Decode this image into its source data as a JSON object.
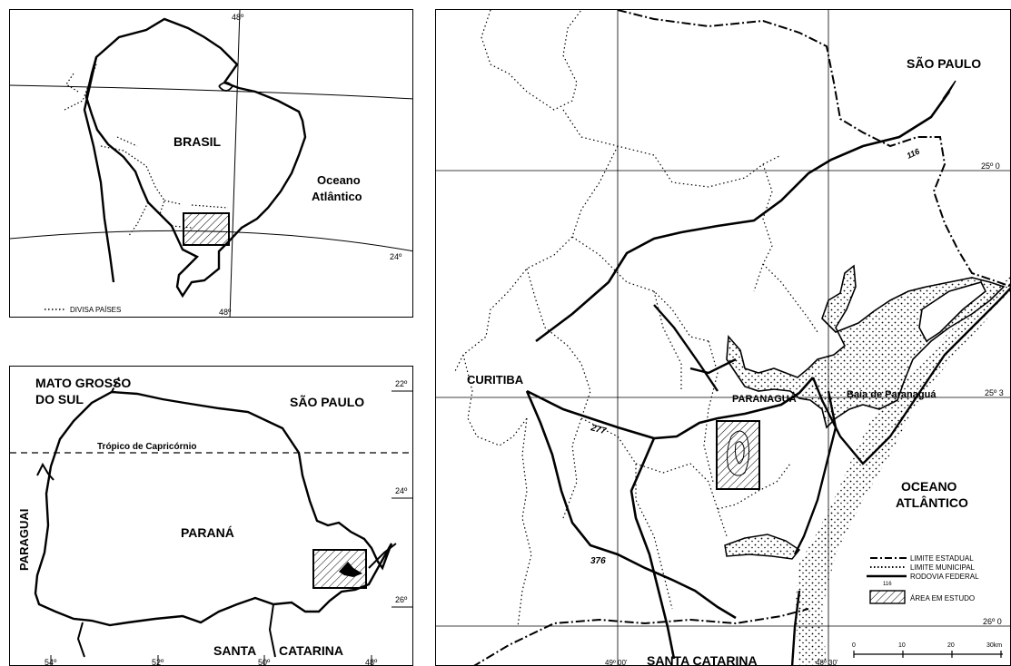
{
  "south_america_map": {
    "labels": {
      "country": "BRASIL",
      "ocean": [
        "Oceano",
        "Atlântico"
      ],
      "meridian_top": "48º",
      "meridian_bottom": "48º",
      "latitude": "24º"
    },
    "legend": {
      "border_label": "DIVISA PAÍSES"
    }
  },
  "parana_map": {
    "labels": {
      "north_west": [
        "MATO GROSSO",
        "DO SUL"
      ],
      "north_east": "SÃO PAULO",
      "west": "PARAGUAI",
      "state": "PARANÁ",
      "south_left": "SANTA",
      "south_right": "CATARINA",
      "tropic": "Trópico de Capricórnio"
    },
    "lat_ticks": [
      "22º",
      "24º",
      "26º"
    ],
    "lon_ticks": [
      "54º",
      "52º",
      "50º",
      "48º"
    ]
  },
  "coastal_map": {
    "labels": {
      "north": "SÃO PAULO",
      "city": "CURITIBA",
      "port": "PARANAGUÁ",
      "bay": "Baía de Paranaguá",
      "ocean": [
        "OCEANO",
        "ATLÂNTICO"
      ],
      "south": "SANTA CATARINA"
    },
    "roads": [
      "116",
      "277",
      "376"
    ],
    "lat_ticks": [
      "25º 0",
      "25º 3",
      "26º 0"
    ],
    "lon_ticks": [
      "49º 00'",
      "48º 30'"
    ],
    "legend": {
      "state_limit": "LIMITE ESTADUAL",
      "municipal_limit": "LIMITE MUNICIPAL",
      "federal_road": "RODOVIA FEDERAL",
      "road_sample": "116",
      "study_area": "ÁREA EM ESTUDO"
    },
    "scale": [
      "0",
      "10",
      "20",
      "30km"
    ]
  }
}
